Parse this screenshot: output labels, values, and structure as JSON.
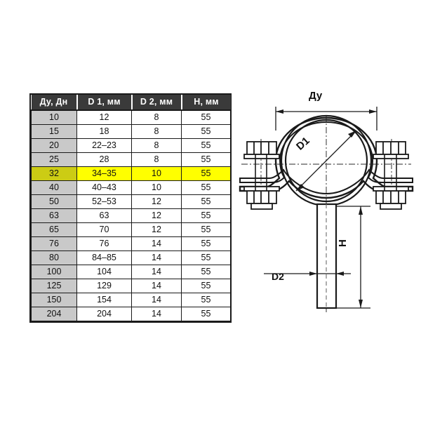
{
  "page": {
    "background": "#ffffff",
    "accent_highlight": "#ffff00",
    "header_background": "#3a3a3a",
    "first_column_background": "#c9c9c9",
    "line_color": "#1a1a1a"
  },
  "table": {
    "name": "pipe-clamp-dimensions",
    "columns": [
      "Ду, Дн",
      "D 1, мм",
      "D 2, мм",
      "Н, мм"
    ],
    "highlight_row_index": 4,
    "rows": [
      {
        "dn": "10",
        "d1": "12",
        "d2": "8",
        "h": "55"
      },
      {
        "dn": "15",
        "d1": "18",
        "d2": "8",
        "h": "55"
      },
      {
        "dn": "20",
        "d1": "22–23",
        "d2": "8",
        "h": "55"
      },
      {
        "dn": "25",
        "d1": "28",
        "d2": "8",
        "h": "55"
      },
      {
        "dn": "32",
        "d1": "34–35",
        "d2": "10",
        "h": "55"
      },
      {
        "dn": "40",
        "d1": "40–43",
        "d2": "10",
        "h": "55"
      },
      {
        "dn": "50",
        "d1": "52–53",
        "d2": "12",
        "h": "55"
      },
      {
        "dn": "63",
        "d1": "63",
        "d2": "12",
        "h": "55"
      },
      {
        "dn": "65",
        "d1": "70",
        "d2": "12",
        "h": "55"
      },
      {
        "dn": "76",
        "d1": "76",
        "d2": "14",
        "h": "55"
      },
      {
        "dn": "80",
        "d1": "84–85",
        "d2": "14",
        "h": "55"
      },
      {
        "dn": "100",
        "d1": "104",
        "d2": "14",
        "h": "55"
      },
      {
        "dn": "125",
        "d1": "129",
        "d2": "14",
        "h": "55"
      },
      {
        "dn": "150",
        "d1": "154",
        "d2": "14",
        "h": "55"
      },
      {
        "dn": "204",
        "d1": "204",
        "d2": "14",
        "h": "55"
      }
    ]
  },
  "drawing": {
    "name": "pipe-clamp-technical-drawing",
    "labels": {
      "du": "Ду",
      "d1": "D1",
      "h": "H",
      "d2": "D2"
    }
  }
}
